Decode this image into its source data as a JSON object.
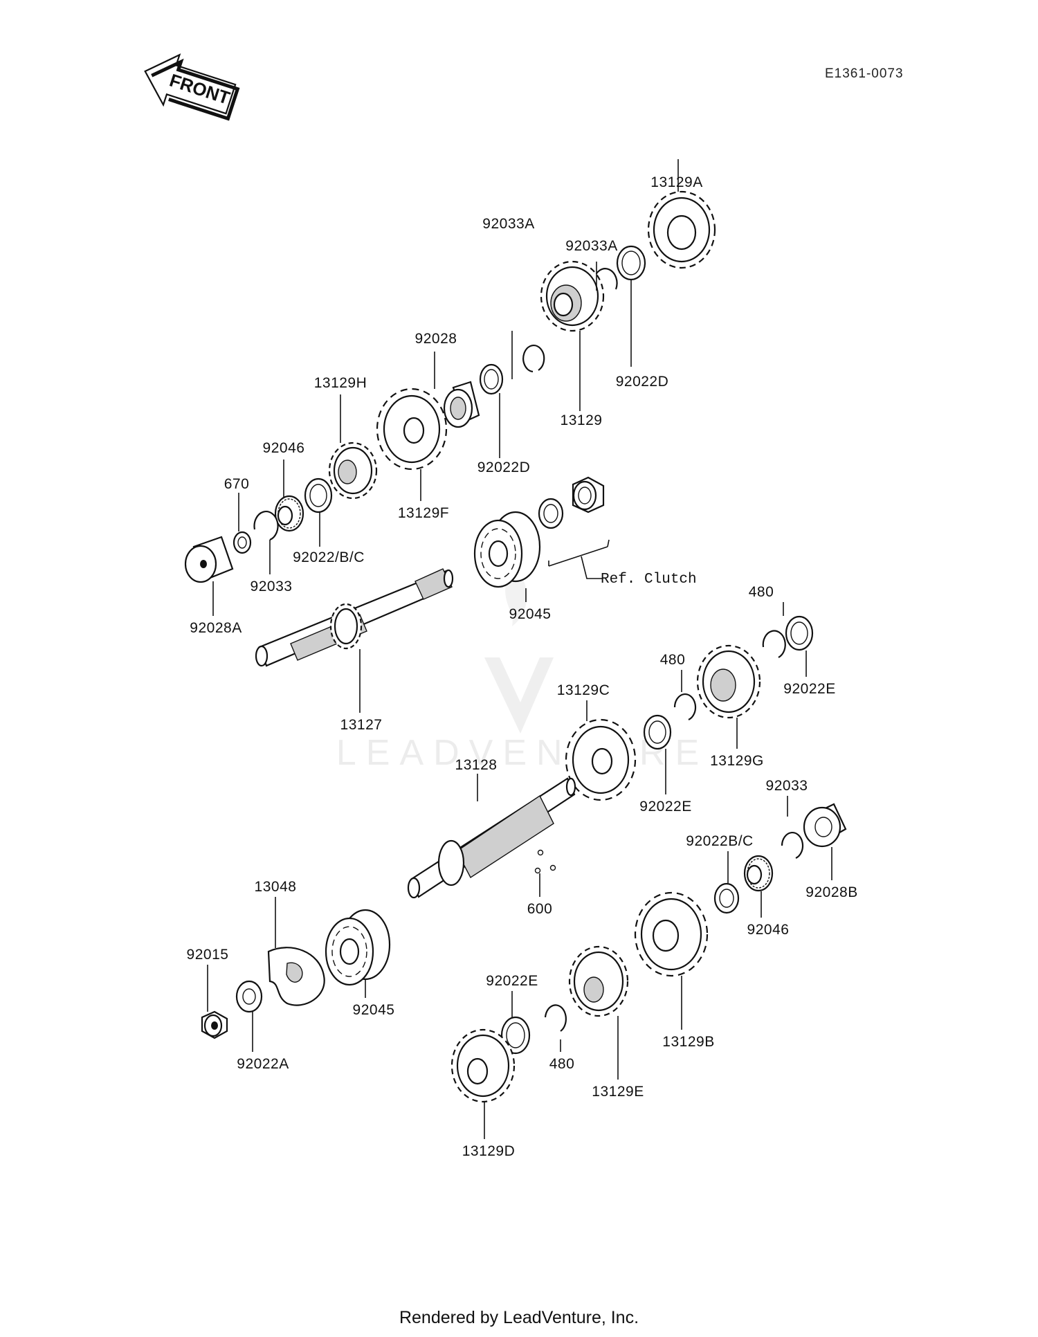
{
  "diagram_code": "E1361-0073",
  "front_arrow_label": "FRONT",
  "watermark": "LEADVENTURE",
  "footer": "Rendered by LeadVenture, Inc.",
  "ref_clutch_label": "Ref. Clutch",
  "labels": {
    "p13129A": "13129A",
    "p92033A_upper": "92033A",
    "p92033A_lower": "92033A",
    "p92028": "92028",
    "p13129H": "13129H",
    "p92022D_upper": "92022D",
    "p13129": "13129",
    "p92046_upper": "92046",
    "p92022D_lower": "92022D",
    "p670": "670",
    "p13129F": "13129F",
    "p92022BC_upper": "92022/B/C",
    "p92033_upper": "92033",
    "p92028A": "92028A",
    "p92045_upper": "92045",
    "p480_a": "480",
    "p480_b": "480",
    "p13129C": "13129C",
    "p92022E_a": "92022E",
    "p13127": "13127",
    "p13129G": "13129G",
    "p13128": "13128",
    "p92022E_b": "92022E",
    "p92033_lower": "92033",
    "p92022BC_lower": "92022B/C",
    "p13048": "13048",
    "p92028B": "92028B",
    "p600": "600",
    "p92046_lower": "92046",
    "p92015": "92015",
    "p92045_lower": "92045",
    "p92022E_c": "92022E",
    "p13129B": "13129B",
    "p92022A": "92022A",
    "p480_c": "480",
    "p13129E": "13129E",
    "p13129D": "13129D"
  }
}
